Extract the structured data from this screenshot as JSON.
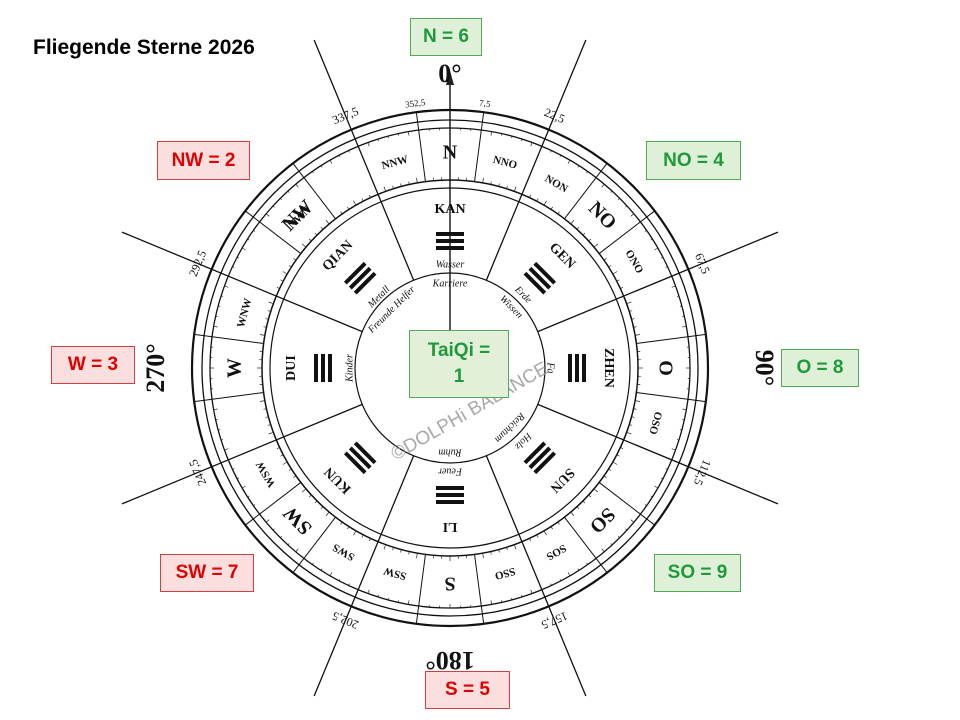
{
  "title": "Fliegende Sterne 2026",
  "watermark": "©DOLPHi BALANCE",
  "stars": {
    "n": "N = 6",
    "no": "NO = 4",
    "o": "O = 8",
    "so": "SO = 9",
    "s": "S = 5",
    "sw": "SW = 7",
    "w": "W = 3",
    "nw": "NW = 2",
    "center_line1": "TaiQi =",
    "center_line2": "1"
  },
  "compass": {
    "degree_labels": [
      "0°",
      "90°",
      "180°",
      "270°"
    ],
    "outer_ticks": [
      "337,5",
      "22,5",
      "67,5",
      "112,5",
      "157,5",
      "202,5",
      "247,5",
      "292,5"
    ],
    "fine_ticks": [
      "352,5",
      "7,5"
    ],
    "main_directions": [
      "N",
      "NO",
      "O",
      "SO",
      "S",
      "SW",
      "W",
      "NW"
    ],
    "sub_directions": [
      "NNW",
      "NNO",
      "NON",
      "ONO",
      "OSO",
      "SOS",
      "SSO",
      "SSW",
      "SWS",
      "WSW",
      "WNW",
      "NWN"
    ],
    "trigrams": [
      "KAN",
      "GEN",
      "ZHEN",
      "SUN",
      "LI",
      "KUN",
      "DUI",
      "QIAN"
    ],
    "element_notes": [
      "Wasser",
      "Karriere",
      "Erde",
      "Wissen",
      "Holz",
      "Reichtum",
      "Feuer",
      "Ruhm",
      "Metall",
      "Kinder",
      "Freunde Helfer",
      "Fa"
    ]
  },
  "colors": {
    "red_text": "#e00000",
    "red_bg": "#fbdfdf",
    "green_text": "#1f9a3a",
    "green_bg": "#dff0d8"
  }
}
